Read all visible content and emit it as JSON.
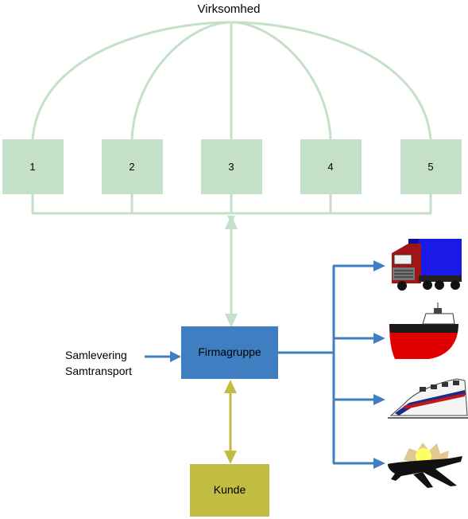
{
  "title": "Virksomhed",
  "units": [
    {
      "label": "1"
    },
    {
      "label": "2"
    },
    {
      "label": "3"
    },
    {
      "label": "4"
    },
    {
      "label": "5"
    }
  ],
  "central_box": {
    "label": "Firmagruppe",
    "color": "#3f7fc1"
  },
  "customer_box": {
    "label": "Kunde",
    "color": "#c0bd42"
  },
  "input_labels": {
    "line1": "Samlevering",
    "line2": "Samtransport"
  },
  "transport_modes": [
    {
      "icon": "truck-icon"
    },
    {
      "icon": "ship-icon"
    },
    {
      "icon": "train-icon"
    },
    {
      "icon": "airplane-icon"
    }
  ],
  "colors": {
    "unit_fill": "#c5e0c8",
    "unit_line": "#c5e0c8",
    "blue_arrow": "#3f7fc1",
    "olive_arrow": "#c0bd42"
  }
}
